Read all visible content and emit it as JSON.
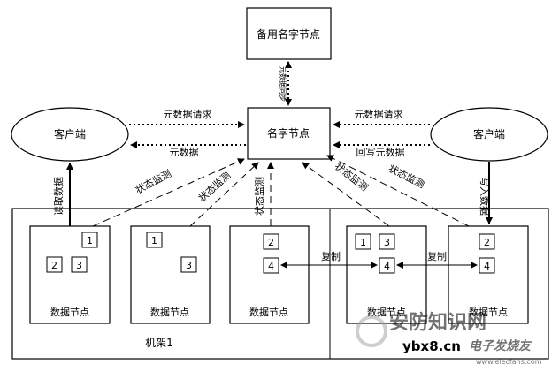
{
  "nodes": {
    "backup_namenode": "备用名字节点",
    "namenode": "名字节点",
    "client": "客户端",
    "datanode": "数据节点",
    "rack1": "机架1"
  },
  "edges": {
    "metadata_sync": "元数据同步",
    "metadata_request": "元数据请求",
    "metadata": "元数据",
    "write_back_metadata": "回写元数据",
    "status_monitor": "状态监测",
    "read_data": "读取数据",
    "write_data": "写入数据",
    "copy": "复制"
  },
  "blocks": {
    "dn1": [
      "1",
      "2",
      "3"
    ],
    "dn2": [
      "1",
      "3"
    ],
    "dn3": [
      "2",
      "4"
    ],
    "dn4": [
      "1",
      "3",
      "4"
    ],
    "dn5": [
      "2",
      "4"
    ]
  },
  "watermark": {
    "site": "ybx8.cn",
    "brand": "安防知识网",
    "brand2": "电子发烧友",
    "url": "www.elecfans.com"
  }
}
